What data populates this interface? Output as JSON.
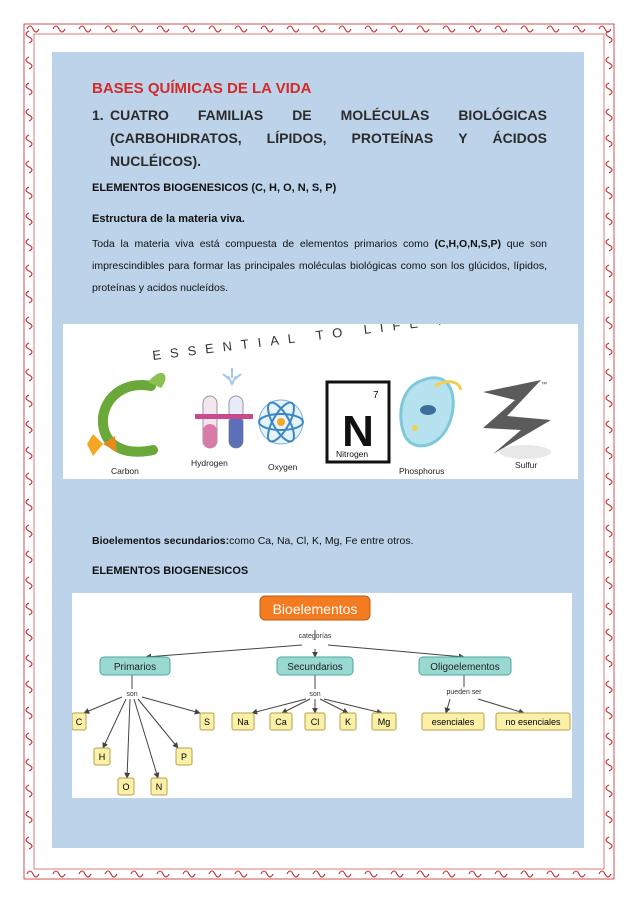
{
  "title": "BASES QUÍMICAS DE LA VIDA",
  "heading": {
    "number": "1.",
    "line1": [
      "CUATRO",
      "FAMILIAS",
      "DE",
      "MOLÉCULAS",
      "BIOLÓGICAS"
    ],
    "line2": [
      "(CARBOHIDRATOS,",
      "LÍPIDOS,",
      "PROTEÍNAS",
      "Y",
      "ÁCIDOS"
    ],
    "line3": "NUCLÉICOS)."
  },
  "elementos_label": "ELEMENTOS BIOGENESICOS (C, H, O, N, S, P)",
  "estructura_label": "Estructura de la materia viva.",
  "para1": {
    "pre": "Toda la materia viva está compuesta de elementos primarios como ",
    "bold": "(C,H,O,N,S,P)",
    "post": " que son imprescindibles para formar las principales moléculas biológicas como son los glúcidos, lípidos, proteínas y acidos nucleídos."
  },
  "essential": {
    "banner": "ESSENTIAL TO LIFE AT LGF",
    "elements": [
      "Carbon",
      "Hydrogen",
      "Oxygen",
      "Nitrogen",
      "Phosphorus",
      "Sulfur"
    ],
    "nitrogen_symbol": "N",
    "nitrogen_number": "7",
    "tm": "™"
  },
  "secundarios": {
    "label": "Bioelementos secundarios:",
    "text": "como Ca, Na, Cl, K, Mg, Fe entre otros."
  },
  "elementos_label2": "ELEMENTOS BIOGENESICOS",
  "concept_map": {
    "root": "Bioelementos",
    "link_root": "categorías",
    "categories": [
      "Primarios",
      "Secundarios",
      "Oligoelementos"
    ],
    "link_son": "son",
    "link_pueden": "pueden ser",
    "primarios": [
      "C",
      "S",
      "H",
      "P",
      "O",
      "N"
    ],
    "secundarios": [
      "Na",
      "Ca",
      "Cl",
      "K",
      "Mg"
    ],
    "oligo": [
      "esenciales",
      "no esenciales"
    ]
  },
  "colors": {
    "page_bg": "#bcd3ea",
    "title": "#d42a2a",
    "border_red": "#c0282b",
    "root_fill": "#f47b20",
    "cat_fill": "#9ad9d1",
    "leaf_fill": "#faf0a8"
  }
}
